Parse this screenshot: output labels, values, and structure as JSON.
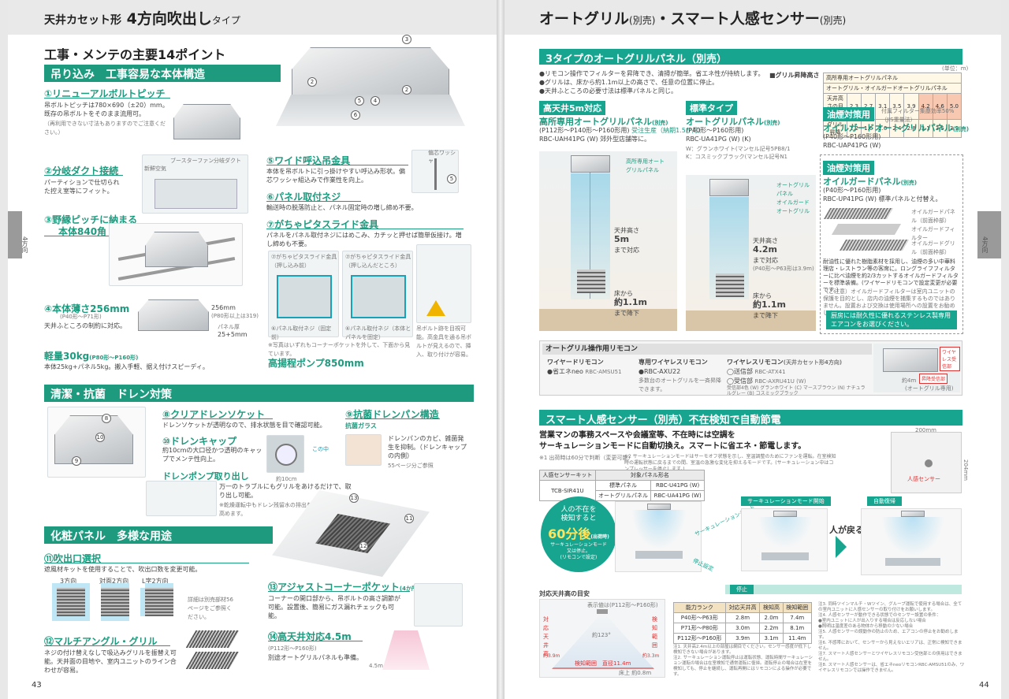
{
  "left": {
    "header_title": "天井カセット形",
    "header_title_big": "4方向吹出し",
    "header_title_small": "タイプ",
    "main_heading": "工事・メンテの主要14ポイント",
    "page_number": "43",
    "side_label": "4方向",
    "sections": {
      "hang": "吊り込み　工事容易な本体構造",
      "drain": "清潔・抗菌　ドレン対策",
      "panel": "化粧パネル　多様な用途"
    },
    "items": {
      "i1_title": "①リニューアルボルトピッチ",
      "i1_text": "吊ボルトピッチは780×690（±20）mm。既存の吊ボルトをそのまま流用可。",
      "i1_note": "（再利用できない寸法もありますのでご注意ください。）",
      "i2_title": "②分岐ダクト接続",
      "i2_text": "パーティションで仕切られた控え室等にフィット。",
      "i2_label1": "ブースターファン",
      "i2_label2": "分岐ダクト",
      "i2_label3": "新鮮空気",
      "i3_title": "③野縁ピッチに納まる",
      "i3_title2": "本体840角",
      "i4_title": "④本体薄さ256mm",
      "i4_sub": "(P40形〜P71形)",
      "i4_text": "天井ふところの制約に対応。",
      "i4_dim1": "256mm",
      "i4_dim2": "(P80形以上は319)",
      "i4_dim3": "パネル厚",
      "i4_dim4": "25+5mm",
      "weight_title": "軽量30kg",
      "weight_sub": "(P80形〜P160形)",
      "weight_text": "本体25kg+パネル5kg。搬入手軽、据え付けスピーディ。",
      "i5_title": "⑤ワイド呼込吊金具",
      "i5_text": "本体を吊ボルトに引っ掛けやすい呼込み形状。偏芯ワッシャ組込みで作業性を向上。",
      "i5_label": "偏芯ワッシャ",
      "i6_title": "⑥パネル取付ネジ",
      "i6_text": "輸送時の脱落防止と、パネル固定時の増し締め不要。",
      "i7_title": "⑦がちゃピタスライド金具",
      "i7_text": "パネルをパネル取付ネジにはめこみ、カチッと押せば簡単仮接け。増し締めも不要。",
      "i7_cap1": "⑦がちゃピタスライド金具（押し込み前）",
      "i7_cap2": "⑦がちゃピタスライド金具（押し込んだところ）",
      "i7_cap3": "⑥パネル取付ネジ（固定前）",
      "i7_cap4": "⑥パネル取付ネジ（本体とパネルを固定）",
      "i7_cap5": "吊ボルト跡を目視可能。高金具を通る吊ボルトが見えるので、挿入、取り付けが容易。",
      "i7_note": "※写真はいずれもコーナーポケットを外して、下面から見ています。",
      "pump_title": "高揚程ポンプ850mm",
      "i8_title": "⑧クリアドレンソケット",
      "i8_text": "ドレンソケットが透明なので、排水状態を目で確認可能。",
      "i9_title": "⑨抗菌ドレンパン構造",
      "i9_sub": "抗菌ガラス",
      "i9_text": "ドレンパンのカビ、雑菌発生を抑制。（ドレンキャップの内側）",
      "i9_note": "55ページ分ご参照",
      "i10_title": "⑩ドレンキャップ",
      "i10_text": "約10cmの大口径かつ透明のキャップでメンテ性向上。",
      "i10_label": "この中",
      "i10_dim": "約10cm",
      "pump2_title": "ドレンポンプ取り出し",
      "pump2_text": "万一のトラブルにもグリルをあけるだけで、取り出し可能。",
      "pump2_note": "※乾燥運転中もドレン残留水の排出を45分間に延長を高めます。",
      "i11_title": "⑪吹出口選択",
      "i11_text": "遮風材キットを使用することで、吹出口数を変更可能。",
      "i11_opt1": "3方向",
      "i11_opt2": "対面2方向",
      "i11_opt3": "L字2方向",
      "i11_note": "詳細は別売部材56ページをご参照ください。",
      "i12_title": "⑫マルチアングル・グリル",
      "i12_text": "ネジの付け替えなしで吸込みグリルを振替え可能。天井面の目地や、室内ユニットのライン合わせが容易。",
      "i13_title": "⑬アジャストコーナーポケット",
      "i13_sub": "(4か所)",
      "i13_text": "コーナーの開口部から、吊ボルトの高さ調節が可能。設置後、簡易にガス漏れチェックも可能。",
      "i14_title": "⑭高天井対応4.5m",
      "i14_sub": "(P112形〜P160形)",
      "i14_text": "別途オートグリルパネルも準備。",
      "i14_dim": "4.5m"
    }
  },
  "right": {
    "header_title": "オートグリル",
    "header_sub1": "(別売)",
    "header_mid": "・スマート人感センサー",
    "header_sub2": "(別売)",
    "page_number": "44",
    "side_label": "4方向",
    "sec1": "3タイプのオートグリルパネル（別売）",
    "bullets": [
      "●リモコン操作でフィルターを昇降でき、清掃が簡単。省エネ性が持続します。",
      "●グリルは、床から約1.1m以上の高さで、任意の位置に停止。",
      "●天井ふところの必要寸法は標準パネルと同じ。"
    ],
    "lift_label": "■グリル昇降高さ",
    "lift_unit": "(単位：m)",
    "lift_table": {
      "row0": [
        "高所専用オートグリルパネル"
      ],
      "row1": [
        "オートグリル・オイルガードオートグリルパネル"
      ],
      "row2": [
        "天井高さの目安",
        "2.3",
        "2.7",
        "3.1",
        "3.5",
        "3.9",
        "4.2",
        "4.6",
        "5.0"
      ],
      "row3": [
        "グリル昇降",
        "1.2",
        "1.6",
        "2.0",
        "2.4",
        "2.8",
        "3.1",
        "3.5",
        "3.9"
      ]
    },
    "type1": {
      "badge": "高天井5m対応",
      "name": "高所専用オートグリルパネル",
      "name_sub": "(別売)",
      "range": "(P112形〜P140形〜P160形用)",
      "order": "受注生産（納期1.5か月）",
      "model": "RBC-UAH41PG (W)",
      "model_note": "郊外型店舗等に。",
      "label": "高所専用オートグリルパネル",
      "height": "天井高さ",
      "height_val": "5m",
      "height_note": "まで対応",
      "floor": "床から",
      "floor_val": "約1.1m",
      "floor_note": "まで降下"
    },
    "type2": {
      "badge": "標準タイプ",
      "name": "オートグリルパネル",
      "name_sub": "(別売)",
      "range": "(P40形〜P160形用)",
      "model": "RBC-UA41PG (W) (K)",
      "color1": "W：グランホワイト(マンセル記号5PB8/1",
      "color2": "K：コスミックブラック(マンセル記号N1",
      "label1": "オートグリルパネル",
      "label2": "オイルガードオートグリル",
      "height": "天井高さ",
      "height_val": "4.2m",
      "height_note": "まで対応",
      "height_sub": "(P40形〜P63形は3.9m)",
      "floor": "床から",
      "floor_val": "約1.1m",
      "floor_note": "まで降下"
    },
    "type3": {
      "badge": "油煙対策用",
      "badge_note": "付属フィルター集塵効率50%（JIS重量法）",
      "name": "オイルガードオートグリルパネル",
      "name_sub": "(別売)",
      "range": "(P40形〜P160形用)",
      "model": "RBC-UAP41PG (W)"
    },
    "type4": {
      "badge": "油煙対策用",
      "name": "オイルガードパネル",
      "name_sub": "(別売)",
      "range": "(P40形〜P160形用)",
      "model": "RBC-UP41PG (W)",
      "model_note": "標準パネルと付替え。",
      "part1": "オイルガードパネル（前面枠部）",
      "part2": "オイルガードフィルター",
      "part3": "オイルガードグリル（前面枠部）",
      "desc": "耐油性に優れた樹脂素材を採用し、油煙の多い中華料理店・レストラン等の客席に。ロングライフフィルターに比べ油煙を約2/3カットするオイルガードフィルターを標準装備。(ワイヤードリモコンで設定変更が必要です。)",
      "note": "（ご注意）オイルガードフィルターは室内ユニットの保護を目的とし、店内の油煙を捕集するものではありません。設置および交換は使用場所への設置をお勧めします。",
      "callout": "厨房には耐久性に優れるステンレス製専用エアコンをお選びください。"
    },
    "remote": {
      "title": "オートグリル操作用リモコン",
      "c1_title": "ワイヤードリモコン",
      "c1_item": "●省エネneo",
      "c1_model": "RBC-AMSU51",
      "c2_title": "専用ワイヤレスリモコン",
      "c2_item": "●RBC-AXU22",
      "c2_note": "多数台のオートグリルを一斉昇降できます。",
      "c3_title": "ワイヤレスリモコン",
      "c3_sub": "(天井カセット形4方向)",
      "c3_item1": "◯送信部",
      "c3_model1": "RBC-ATX41",
      "c3_item2": "◯受信部",
      "c3_model2": "RBC-AXRU41U (W)",
      "c3_note": "受信部4色 (W) グランホワイト (C) マースブラウン (N) ナチュラルグレー (B) コスミックブラック",
      "tag1": "ワイヤレス受信部",
      "tag2": "昇降受信部",
      "caption": "(オートグリル専用)",
      "dim": "約4m"
    },
    "sec2": "スマート人感センサー（別売）不在検知で自動節電",
    "sensor_lead1": "営業マンの事務スペースや会議室等、不在時",
    "sensor_lead2": "には空調を",
    "sensor_lead3": "サーキュレーションモード",
    "sensor_lead4": "に自動切換え。スマートに省エネ・節電します。",
    "sensor_note1": "※1 出荷時は60分で判断（変更可能）",
    "sensor_note2": "※2 サーキュレーションモードはサーモオフ状態を示し、室温調整のためにファンを運転。在室検知時の運転状態に戻るまでの間、室温の急激な変化を抑えるモードです。(サーキュレーション中はコンプレッサーを停止します。)",
    "kit_table": {
      "h1": "人感センサーキット",
      "h2": "対象パネル形名",
      "model": "TCB-SIR41U",
      "r1a": "標準パネル",
      "r1b": "RBC-U41PG (W)",
      "r2a": "オートグリルパネル",
      "r2b": "RBC-UA41PG (W)"
    },
    "circle": {
      "l1": "人の不在を",
      "l2": "検知すると",
      "big": "60分後",
      "big_sub": "(出荷時)",
      "l3": "サーキュレーションモード",
      "l4": "又は停止。",
      "l5": "(リモコンで設定)"
    },
    "flow": {
      "label1": "サーキュレーションモード開始",
      "label2": "自動復帰",
      "label3": "停止",
      "arrow1": "サーキュレーションモード",
      "arrow2": "停止設定",
      "return": "人が戻ると"
    },
    "sensor_label": "人感センサー",
    "sensor_dim1": "200mm",
    "sensor_dim2": "204mm",
    "ceiling": {
      "title": "対応天井高の目安",
      "top_label": "表示値は(P112形〜P160形)",
      "angle": "約123°",
      "left_label": "対応天井高",
      "left_val": "約3.9m",
      "right_label": "検知範囲",
      "right_val": "約3.3m",
      "bottom_label": "検知範囲　直径11.4m",
      "floor_label": "床上 約0.8m",
      "table_h": [
        "能力ランク",
        "対応天井高",
        "検知高",
        "検知範囲"
      ],
      "rows": [
        [
          "P40形〜P63形",
          "2.8m",
          "2.0m",
          "7.4m"
        ],
        [
          "P71形〜P80形",
          "3.0m",
          "2.2m",
          "8.1m"
        ],
        [
          "P112形〜P160形",
          "3.9m",
          "3.1m",
          "11.4m"
        ]
      ],
      "notes": "注1. 天井高2.4m以上の部屋は網目でください。センサー感度が低下し検知できない場合があります。\n注2. サーキュレーション運転停止は運転状態、運転時間サーキュレーション運転の場合は在室検知で通常運転に復帰。運転停止の場合は在室を検知しても、停止を継続し、運転再開にはリモコンによる操作が必要です。"
    },
    "right_notes": "注3. 同時ツインマルチ・Wツイン、グループ運転で使用する場合は、全ての室内ユニットに人感センサーの取り付けをお願いします。\n注4. 人感センサーが動作できる状態でのセンサー設置の条件：\n●室内ユニットに人が出入りする場合は反応しない場合\n●照明は温度差のある物体から移動の少ない場合\n注5. 人感センサーの誤動作の防止のため、エアコンの停止をお勧めします。\n注6. 不感帯において、センサーから見えないエリアは、正常に検知できません。\n注7. スマート人感センサーとワイヤレスリモコン受信部との併用はできません。\n注8. スマート人感センサーは、省エネneoリモコンRBC-AMSU51のみ、ワイヤレスリモコンでは操作できません。"
  }
}
